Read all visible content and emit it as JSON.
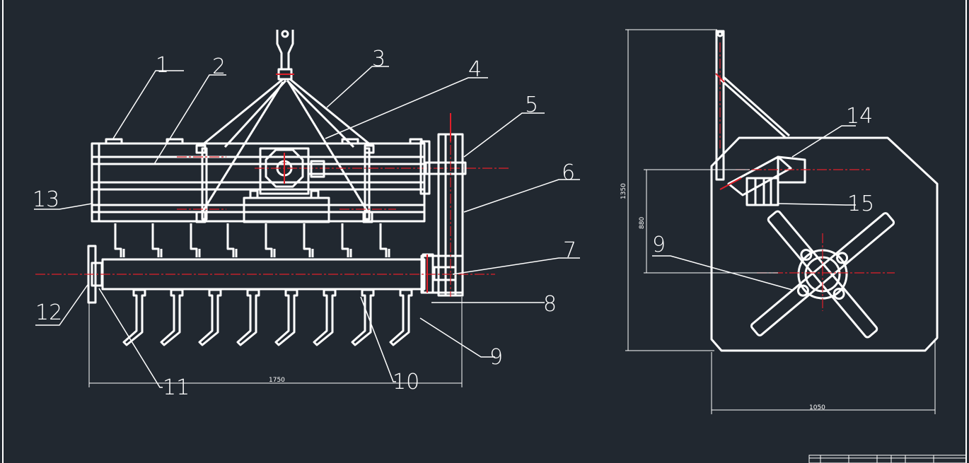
{
  "labels_front": [
    "1",
    "2",
    "3",
    "4",
    "5",
    "6",
    "7",
    "8",
    "9",
    "10",
    "11",
    "12",
    "13"
  ],
  "labels_side": [
    "14",
    "15",
    "9"
  ],
  "dimensions": {
    "front_width": "1750",
    "side_width": "1050",
    "side_height": "1350",
    "side_axis_height": "880"
  },
  "colors": {
    "background": "#212830",
    "lines": "#ffffff",
    "centerlines": "#e0202a"
  }
}
